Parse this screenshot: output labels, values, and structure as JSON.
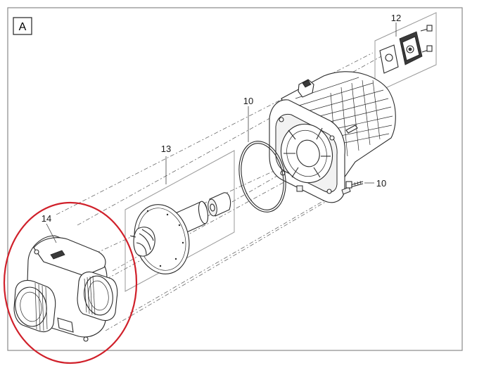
{
  "figure": {
    "panel_label": "A",
    "callouts": {
      "pump_housing": "14",
      "rotor_assembly": "13",
      "seal_ring": "10",
      "screw": "10",
      "electronics_module": "12"
    },
    "highlight_color": "#d0202a",
    "line_color": "#2a2a2a",
    "frame_color": "#999999"
  }
}
